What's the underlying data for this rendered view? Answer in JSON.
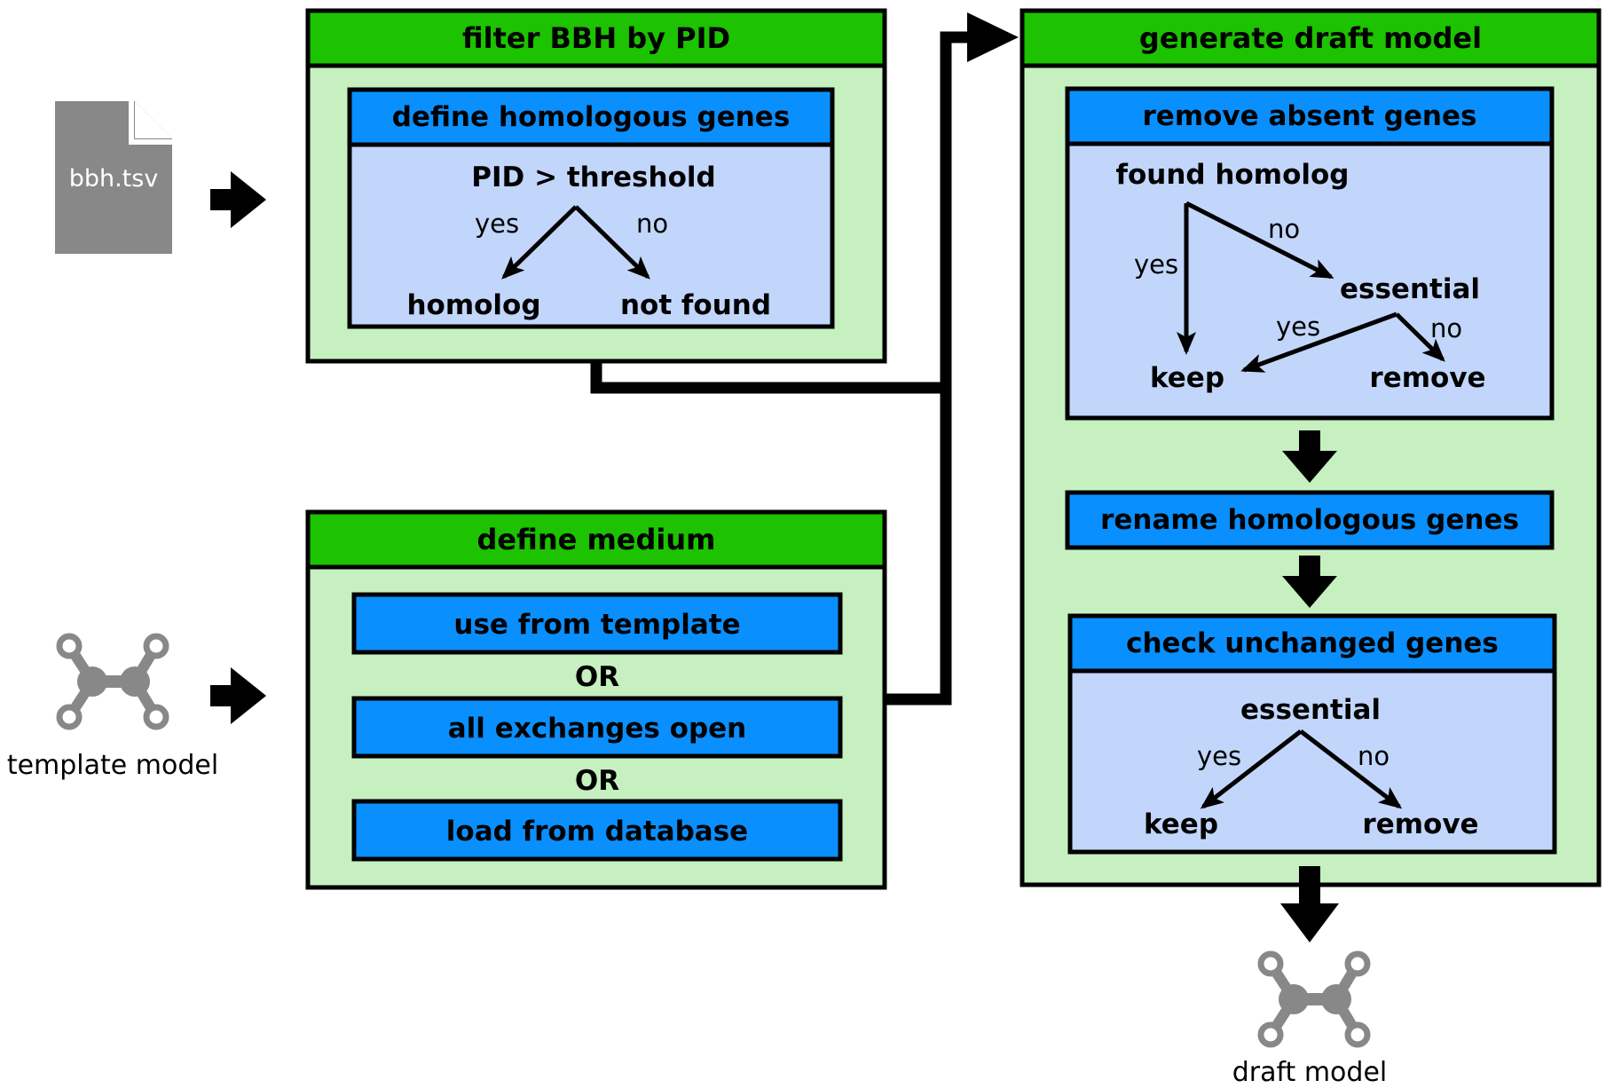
{
  "inputs": {
    "bbh_file": "bbh.tsv",
    "template_model": "template model"
  },
  "output": {
    "draft_model": "draft model"
  },
  "filter": {
    "title": "filter BBH by PID",
    "sub_title": "define homologous genes",
    "condition": "PID > threshold",
    "yes": "yes",
    "no": "no",
    "result_yes": "homolog",
    "result_no": "not found"
  },
  "medium": {
    "title": "define medium",
    "option_1": "use from template",
    "or_1": "OR",
    "option_2": "all exchanges open",
    "or_2": "OR",
    "option_3": "load from database"
  },
  "draft": {
    "title": "generate draft model",
    "remove": {
      "title": "remove absent genes",
      "condition": "found homolog",
      "yes": "yes",
      "no": "no",
      "essential": "essential",
      "yes_2": "yes",
      "no_2": "no",
      "keep": "keep",
      "remove": "remove"
    },
    "rename": {
      "title": "rename homologous genes"
    },
    "check": {
      "title": "check unchanged genes",
      "condition": "essential",
      "yes": "yes",
      "no": "no",
      "keep": "keep",
      "remove": "remove"
    }
  },
  "colors": {
    "green_header": "#1dc200",
    "green_fill": "#c6f0c0",
    "blue_header": "#0a8fff",
    "blue_fill": "#c2d6fb",
    "icon_gray": "#888888"
  }
}
